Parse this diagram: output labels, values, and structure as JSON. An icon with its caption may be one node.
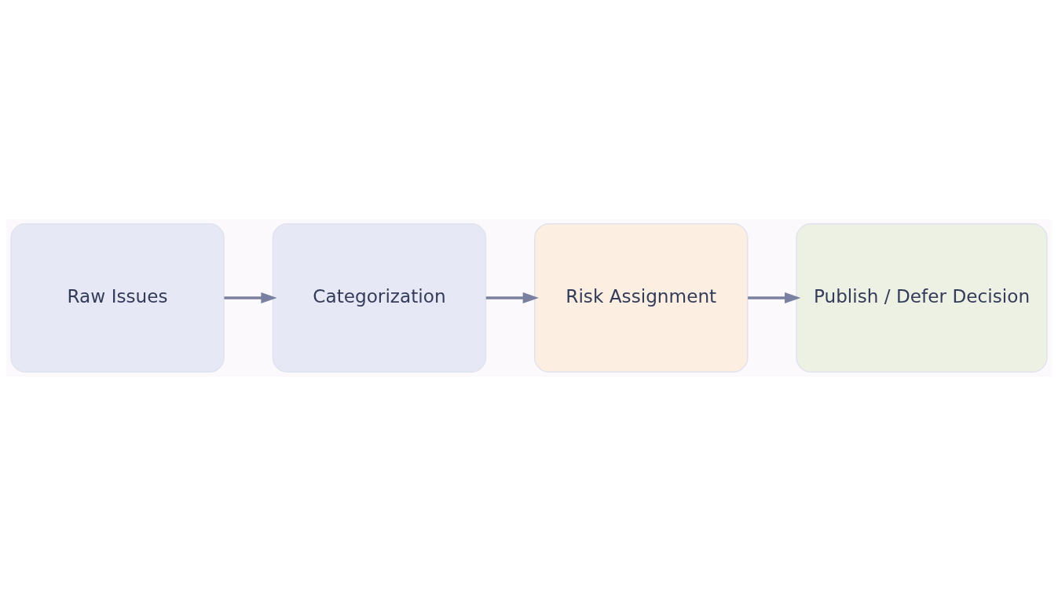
{
  "diagram": {
    "nodes": [
      {
        "text": [
          "Raw Issues"
        ]
      },
      {
        "text": [
          "Categorization"
        ]
      },
      {
        "text": [
          "Risk Assignment"
        ]
      },
      {
        "text": [
          "Publish / Defer Decision"
        ]
      }
    ],
    "edges": [
      {
        "from": 0,
        "to": 1,
        "arrow": "to"
      },
      {
        "from": 1,
        "to": 2,
        "arrow": "to"
      },
      {
        "from": 2,
        "to": 3,
        "arrow": "to"
      }
    ]
  }
}
